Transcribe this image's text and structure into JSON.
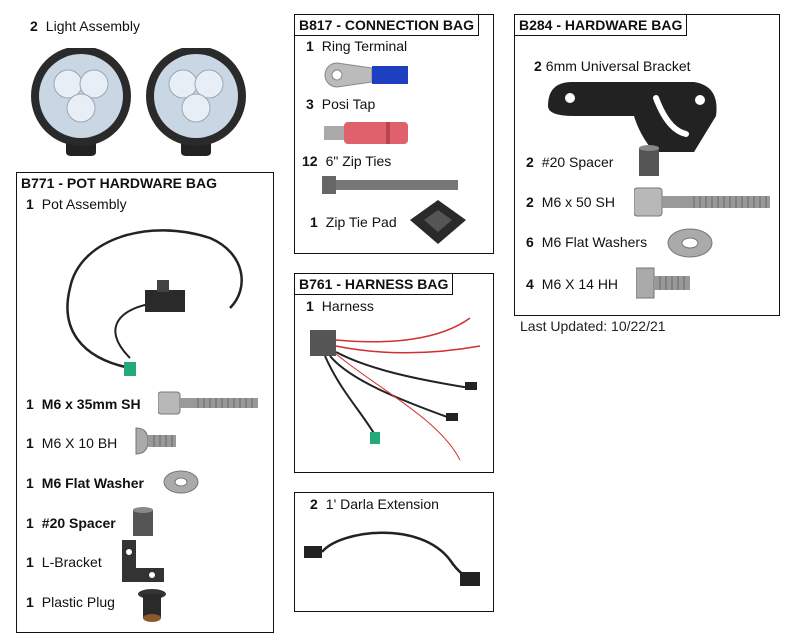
{
  "light": {
    "qty": "2",
    "label": "Light Assembly"
  },
  "b771": {
    "title": "B771 - POT HARDWARE BAG",
    "items": [
      {
        "qty": "1",
        "label": "Pot Assembly"
      },
      {
        "qty": "1",
        "label": "M6 x 35mm SH"
      },
      {
        "qty": "1",
        "label": "M6 X 10 BH"
      },
      {
        "qty": "1",
        "label": "M6 Flat Washer"
      },
      {
        "qty": "1",
        "label": "#20 Spacer"
      },
      {
        "qty": "1",
        "label": "L-Bracket"
      },
      {
        "qty": "1",
        "label": "Plastic Plug"
      }
    ]
  },
  "b817": {
    "title": "B817 - CONNECTION BAG",
    "items": [
      {
        "qty": "1",
        "label": "Ring Terminal"
      },
      {
        "qty": "3",
        "label": "Posi Tap"
      },
      {
        "qty": "12",
        "label": "6\" Zip Ties"
      },
      {
        "qty": "1",
        "label": "Zip Tie Pad"
      }
    ]
  },
  "b761": {
    "title": "B761 - HARNESS BAG",
    "items": [
      {
        "qty": "1",
        "label": "Harness"
      }
    ]
  },
  "darla": {
    "qty": "2",
    "label": "1' Darla Extension"
  },
  "b284": {
    "title": "B284 - HARDWARE BAG",
    "items": [
      {
        "qty": "2",
        "label": "6mm Universal Bracket"
      },
      {
        "qty": "2",
        "label": "#20 Spacer"
      },
      {
        "qty": "2",
        "label": "M6 x 50 SH"
      },
      {
        "qty": "6",
        "label": "M6 Flat Washers"
      },
      {
        "qty": "4",
        "label": "M6 X 14 HH"
      }
    ]
  },
  "updated": "Last Updated: 10/22/21"
}
